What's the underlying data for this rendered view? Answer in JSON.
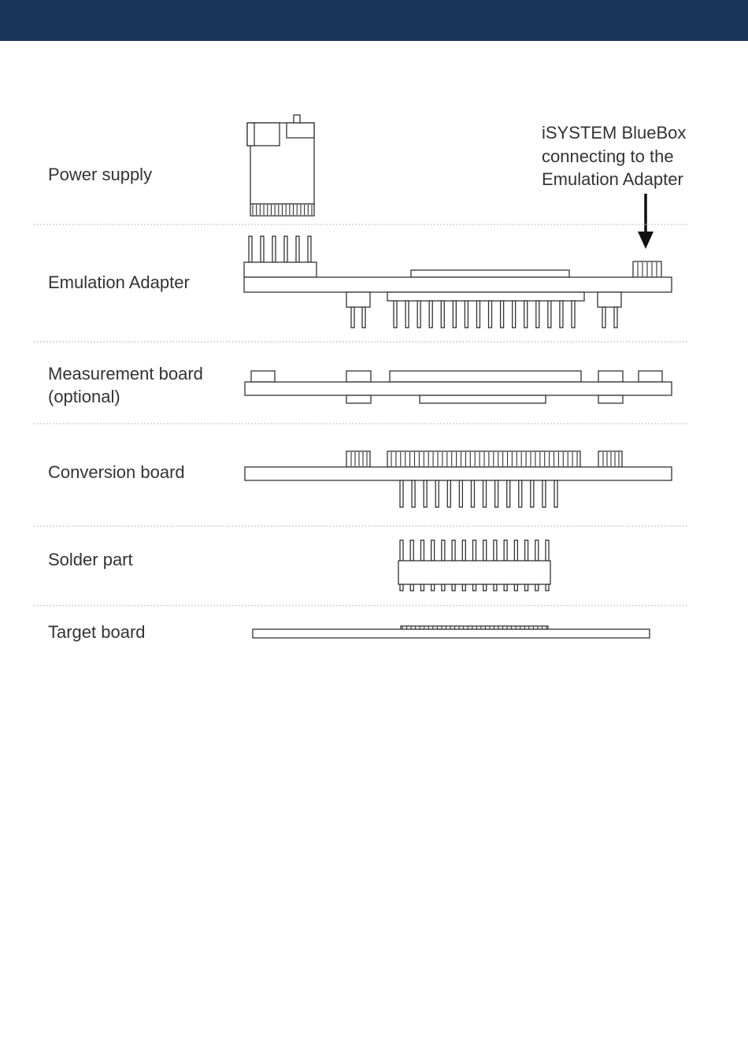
{
  "colors": {
    "header": "#1a3559",
    "line": "#333333",
    "text": "#333333",
    "separator": "#bbbbbb"
  },
  "labels": {
    "power_supply": "Power supply",
    "emulation_adapter": "Emulation Adapter",
    "measurement_board_line1": "Measurement board",
    "measurement_board_line2": "(optional)",
    "conversion_board": "Conversion board",
    "solder_part": "Solder part",
    "target_board": "Target board"
  },
  "annotation": {
    "line1": "iSYSTEM BlueBox",
    "line2": "connecting to the",
    "line3": "Emulation Adapter",
    "icon": "arrow-down-icon"
  }
}
